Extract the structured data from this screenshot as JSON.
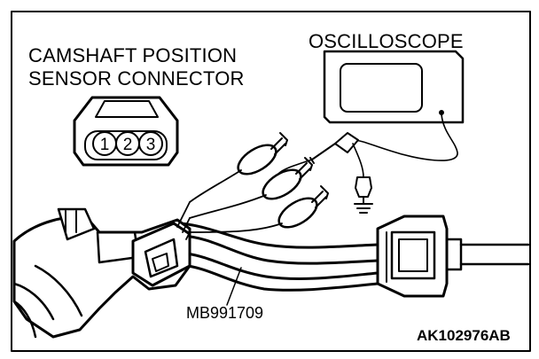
{
  "labels": {
    "connector_line1": "CAMSHAFT POSITION",
    "connector_line2": "SENSOR CONNECTOR",
    "scope": "OSCILLOSCOPE",
    "tool": "MB991709",
    "figure_code": "AK102976AB"
  },
  "pins": [
    "1",
    "2",
    "3"
  ],
  "colors": {
    "ink": "#000000",
    "paper": "#ffffff"
  }
}
